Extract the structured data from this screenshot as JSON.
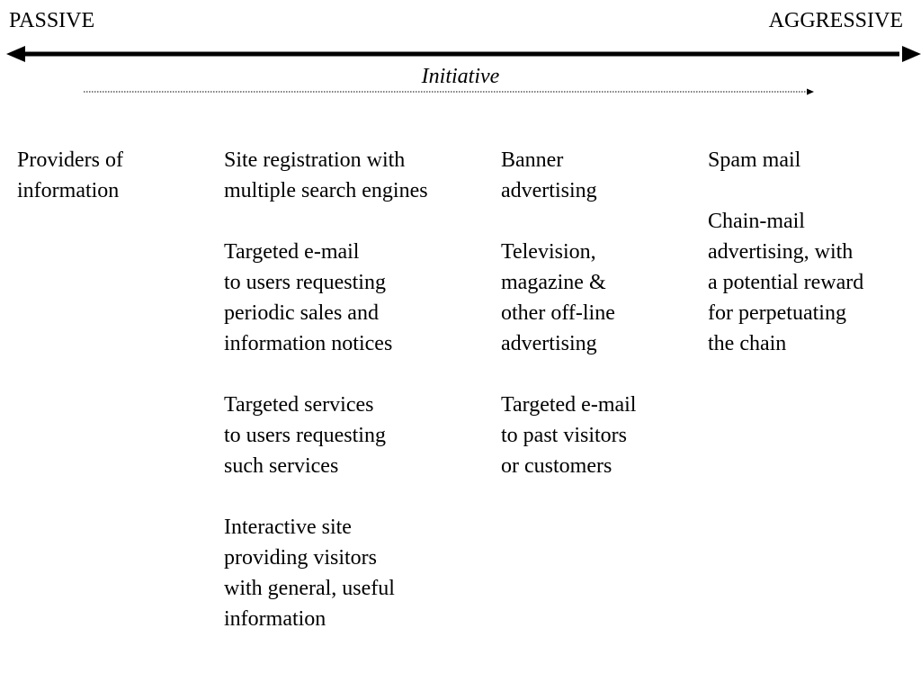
{
  "scale": {
    "left_label": "PASSIVE",
    "right_label": "AGGRESSIVE",
    "initiative_label": "Initiative"
  },
  "columns": [
    {
      "items": [
        {
          "lines": [
            "Providers of",
            "information"
          ]
        }
      ]
    },
    {
      "items": [
        {
          "lines": [
            "Site registration with",
            "multiple search engines"
          ]
        },
        {
          "lines": [
            "Targeted e-mail",
            "to users requesting",
            "periodic sales and",
            "information notices"
          ]
        },
        {
          "lines": [
            "Targeted services",
            "to users requesting",
            "such services"
          ]
        },
        {
          "lines": [
            "Interactive site",
            "providing visitors",
            "with general, useful",
            "information"
          ]
        }
      ]
    },
    {
      "items": [
        {
          "lines": [
            "Banner",
            "advertising"
          ]
        },
        {
          "lines": [
            "Television,",
            "magazine &",
            "other off-line",
            "advertising"
          ]
        },
        {
          "lines": [
            "Targeted e-mail",
            "to past visitors",
            "or customers"
          ]
        }
      ]
    },
    {
      "items": [
        {
          "lines": [
            "Spam mail"
          ]
        },
        {
          "lines": [
            "Chain-mail",
            "advertising, with",
            "a potential reward",
            "for perpetuating",
            "the chain"
          ]
        }
      ]
    }
  ]
}
